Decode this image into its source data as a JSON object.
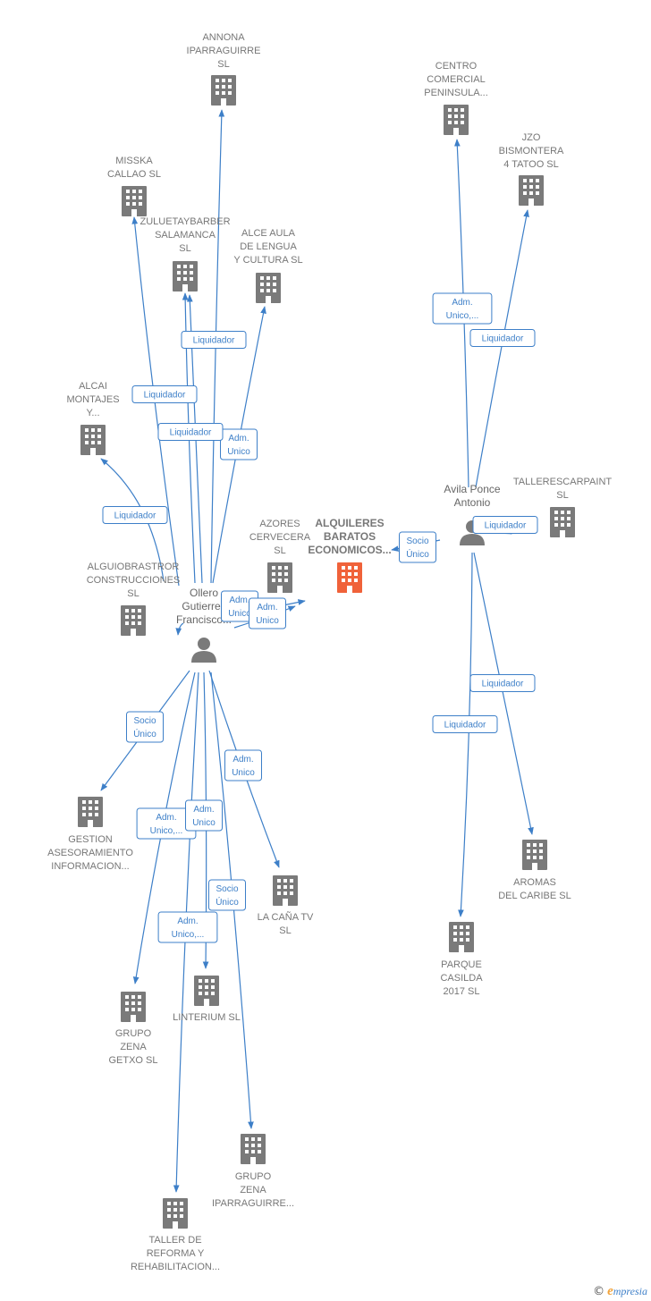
{
  "colors": {
    "edge": "#3d7fc8",
    "building": "#7a7a7a",
    "building_main": "#f0623a",
    "person": "#7a7a7a",
    "label": "#777777",
    "edge_label_border": "#3d7fc8",
    "edge_label_text": "#3d7fc8"
  },
  "icons": {
    "company": "building-icon",
    "person": "person-icon"
  },
  "companies": [
    {
      "id": "annona",
      "lines": [
        "ANNONA",
        "IPARRAGUIRRE",
        "SL"
      ]
    },
    {
      "id": "misska",
      "lines": [
        "MISSKA",
        "CALLAO  SL"
      ]
    },
    {
      "id": "zuluetaybarber",
      "lines": [
        "ZULUETAYBARBER",
        "SALAMANCA",
        "SL"
      ]
    },
    {
      "id": "alce",
      "lines": [
        "ALCE AULA",
        "DE LENGUA",
        "Y CULTURA SL"
      ]
    },
    {
      "id": "alcai",
      "lines": [
        "ALCAI",
        "MONTAJES",
        "Y..."
      ]
    },
    {
      "id": "alguiobrastror",
      "lines": [
        "ALGUIOBRASTROR",
        "CONSTRUCCIONES",
        "SL"
      ]
    },
    {
      "id": "azores",
      "lines": [
        "AZORES",
        "CERVECERA",
        "SL"
      ]
    },
    {
      "id": "alquileres",
      "lines": [
        "ALQUILERES",
        "BARATOS",
        "ECONOMICOS..."
      ],
      "main": true
    },
    {
      "id": "centro",
      "lines": [
        "CENTRO",
        "COMERCIAL",
        "PENINSULA..."
      ]
    },
    {
      "id": "jzo",
      "lines": [
        "JZO",
        "BISMONTERA",
        "4 TATOO  SL"
      ]
    },
    {
      "id": "tallerescarpaint",
      "lines": [
        "TALLERESCARPAINT",
        "SL"
      ]
    },
    {
      "id": "gestion",
      "lines": [
        "GESTION",
        "ASESORAMIENTO",
        "INFORMACION..."
      ]
    },
    {
      "id": "lacana",
      "lines": [
        "LA CAÑA TV",
        "SL"
      ]
    },
    {
      "id": "grupo_getxo",
      "lines": [
        "GRUPO",
        "ZENA",
        "GETXO  SL"
      ]
    },
    {
      "id": "linterium",
      "lines": [
        "LINTERIUM  SL"
      ]
    },
    {
      "id": "grupo_ipar",
      "lines": [
        "GRUPO",
        "ZENA",
        "IPARRAGUIRRE..."
      ]
    },
    {
      "id": "taller",
      "lines": [
        "TALLER DE",
        "REFORMA Y",
        "REHABILITACION..."
      ]
    },
    {
      "id": "aromas",
      "lines": [
        "AROMAS",
        "DEL CARIBE SL"
      ]
    },
    {
      "id": "parque",
      "lines": [
        "PARQUE",
        "CASILDA",
        "2017  SL"
      ]
    }
  ],
  "persons": [
    {
      "id": "ollero",
      "lines": [
        "Ollero",
        "Gutierrez",
        "Francisco..."
      ]
    },
    {
      "id": "avila",
      "lines": [
        "Avila Ponce",
        "Antonio"
      ]
    }
  ],
  "edges": [
    {
      "from": "ollero",
      "to": "annona",
      "label": []
    },
    {
      "from": "ollero",
      "to": "misska",
      "label": [
        "Liquidador"
      ]
    },
    {
      "from": "ollero",
      "to": "zuluetaybarber",
      "label": [
        "Liquidador"
      ]
    },
    {
      "from": "ollero",
      "to": "alce",
      "label": [
        "Adm.",
        "Unico"
      ]
    },
    {
      "from": "ollero",
      "to": "alcai",
      "label": [
        "Liquidador"
      ]
    },
    {
      "from": "ollero",
      "to": "zuluetaybarber2",
      "label": [
        "Liquidador"
      ]
    },
    {
      "from": "ollero",
      "to": "alguiobrastror",
      "label": []
    },
    {
      "from": "ollero",
      "to": "alquileres",
      "label": [
        "Adm.",
        "Unico"
      ]
    },
    {
      "from": "ollero",
      "to": "alquileres2",
      "label": [
        "Adm.",
        "Unico"
      ]
    },
    {
      "from": "ollero",
      "to": "gestion",
      "label": [
        "Socio",
        "Único"
      ]
    },
    {
      "from": "ollero",
      "to": "lacana",
      "label": [
        "Adm.",
        "Unico"
      ]
    },
    {
      "from": "ollero",
      "to": "grupo_getxo",
      "label": [
        "Adm.",
        "Unico,..."
      ]
    },
    {
      "from": "ollero",
      "to": "linterium",
      "label": [
        "Adm.",
        "Unico"
      ]
    },
    {
      "from": "ollero",
      "to": "grupo_ipar",
      "label": [
        "Socio",
        "Único"
      ]
    },
    {
      "from": "ollero",
      "to": "taller",
      "label": [
        "Adm.",
        "Unico,..."
      ]
    },
    {
      "from": "avila",
      "to": "centro",
      "label": [
        "Adm.",
        "Unico,..."
      ]
    },
    {
      "from": "avila",
      "to": "jzo",
      "label": [
        "Liquidador"
      ]
    },
    {
      "from": "avila",
      "to": "tallerescarpaint",
      "label": [
        "Liquidador"
      ]
    },
    {
      "from": "avila",
      "to": "alquileres",
      "label": [
        "Socio",
        "Único"
      ]
    },
    {
      "from": "avila",
      "to": "aromas",
      "label": [
        "Liquidador"
      ]
    },
    {
      "from": "avila",
      "to": "parque",
      "label": [
        "Liquidador"
      ]
    }
  ],
  "watermark": {
    "copyright": "©",
    "brand_initial": "e",
    "brand_rest": "mpresia"
  }
}
